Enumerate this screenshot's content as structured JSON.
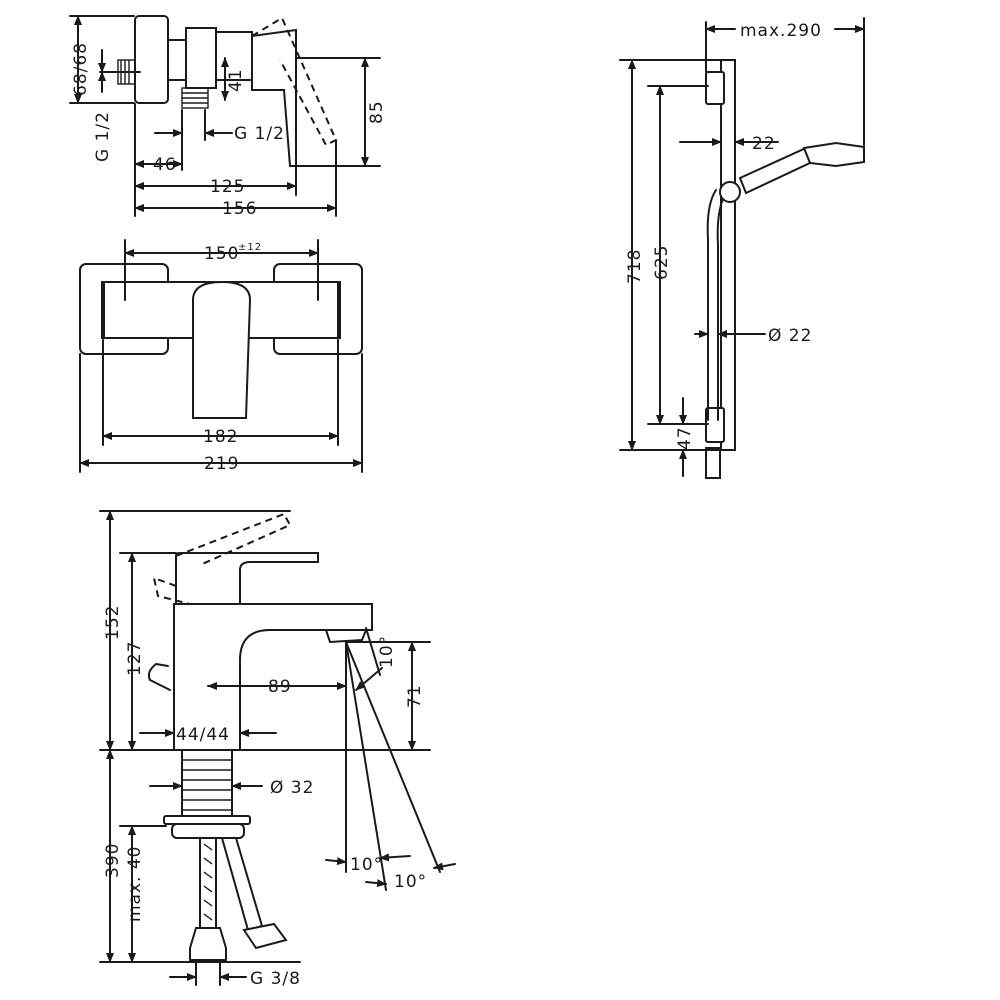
{
  "labels": {
    "d_68_68": "68/68",
    "d_41": "41",
    "d_85": "85",
    "g12_left": "G 1/2",
    "g12_right": "G 1/2",
    "d_46": "46",
    "d_125": "125",
    "d_156": "156",
    "d_150": "150",
    "d_150_tol": "±12",
    "d_182": "182",
    "d_219": "219",
    "max290": "max.290",
    "d_22_top": "22",
    "d_718": "718",
    "d_625": "625",
    "d_dia22": "Ø 22",
    "d_47": "47",
    "d_152": "152",
    "d_127": "127",
    "d_10_top": "10°",
    "d_89": "89",
    "d_71": "71",
    "d_44_44": "44/44",
    "d_dia32": "Ø 32",
    "d_390": "390",
    "max40": "max. 40",
    "d_10_a": "10°",
    "d_10_b": "10°",
    "g38": "G 3/8"
  }
}
